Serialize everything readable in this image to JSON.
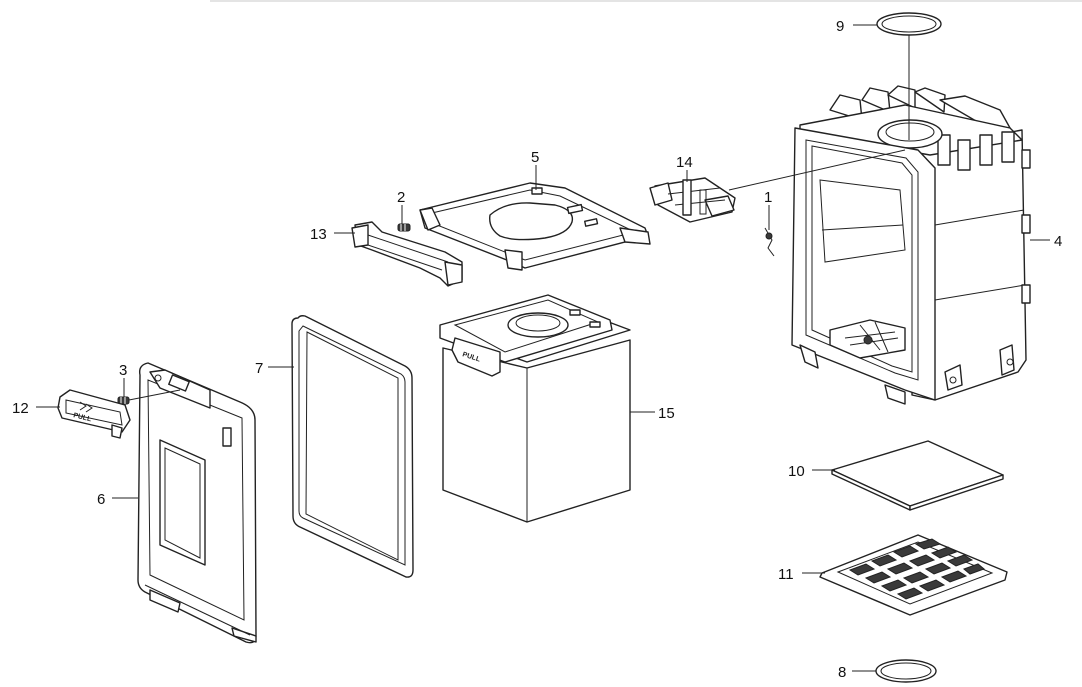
{
  "callouts": {
    "c1": "1",
    "c2": "2",
    "c3": "3",
    "c4": "4",
    "c5": "5",
    "c6": "6",
    "c7": "7",
    "c8": "8",
    "c9": "9",
    "c10": "10",
    "c11": "11",
    "c12": "12",
    "c13": "13",
    "c14": "14",
    "c15": "15"
  },
  "part_markings": {
    "door_handle": "PULL",
    "bag_holder_tab": "PULL"
  },
  "colors": {
    "line": "#222222",
    "background": "#ffffff"
  }
}
